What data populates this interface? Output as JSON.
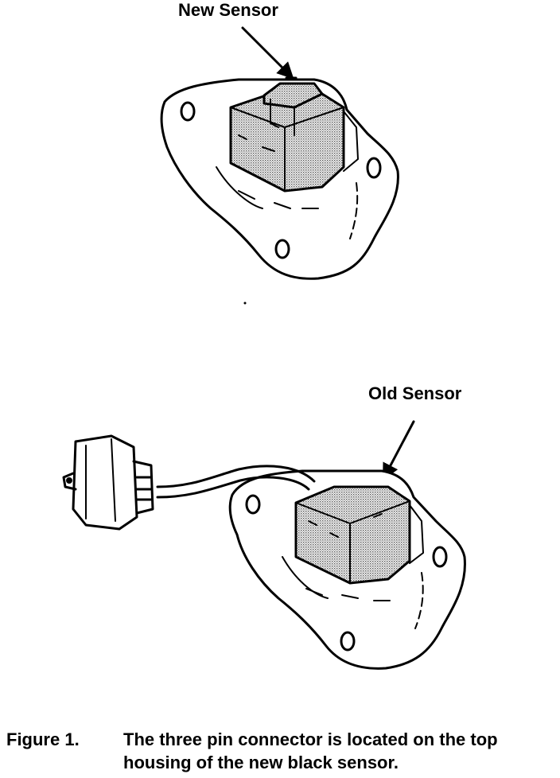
{
  "labels": {
    "new_sensor": "New Sensor",
    "old_sensor": "Old Sensor"
  },
  "caption": {
    "figure_number": "Figure 1.",
    "text": "The three pin connector is located on the top housing of the new black sensor."
  },
  "colors": {
    "ink": "#000000",
    "shading": "#bdbdbd",
    "background": "#ffffff"
  }
}
